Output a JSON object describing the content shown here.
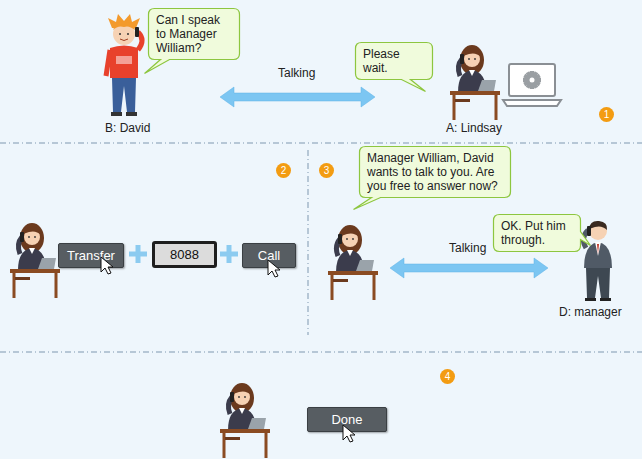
{
  "diagram": {
    "nodes": [
      {
        "text": [
          "Can I speak to Manager William?"
        ]
      },
      {
        "text": [
          "Please wait."
        ]
      },
      {
        "text": [
          "Transfer"
        ]
      },
      {
        "text": [
          "8088"
        ]
      },
      {
        "text": [
          "Call"
        ]
      },
      {
        "text": [
          "Manager William, David wants to talk to you. Are you free to answer now?"
        ]
      },
      {
        "text": [
          "OK. Put him through."
        ]
      },
      {
        "text": [
          "Done"
        ]
      }
    ],
    "labels": [
      "Talking",
      "B: David",
      "A: Lindsay",
      "1",
      "2",
      "3",
      "Talking",
      "D: manager",
      "4"
    ]
  }
}
